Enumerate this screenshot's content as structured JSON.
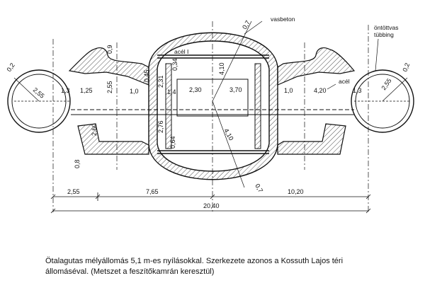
{
  "labels": {
    "vasbeton": "vasbeton",
    "ontottvas_line1": "öntöttvas",
    "ontottvas_line2": "tübbing",
    "acel_center": "acél I",
    "acel_right": "acél"
  },
  "dimensions": {
    "d_0_2_left": "0,2",
    "d_2_55_left_tube": "2,55",
    "d_1_3_left": "1,3",
    "d_1_25": "1,25",
    "d_2_55_left_vert": "2,55",
    "d_0_9": "0,9",
    "d_0_45": "0,45",
    "d_1_0_left": "1,0",
    "d_2_31": "2,31",
    "d_0_34": "0,34",
    "d_1_4": "1,4",
    "d_2_30": "2,30",
    "d_3_70": "3,70",
    "d_4_10_upper": "4,10",
    "d_0_7_upper": "0,7",
    "d_1_0_right": "1,0",
    "d_4_20": "4,20",
    "d_1_3_right": "1,3",
    "d_2_55_right_tube": "2,55",
    "d_0_2_right": "0,2",
    "d_2_60": "2,60",
    "d_2_76": "2,76",
    "d_0_64": "0,64",
    "d_4_10_lower": "4,10",
    "d_0_7_lower": "0,7",
    "d_0_8": "0,8",
    "d_2_55_bottom": "2,55",
    "d_7_65": "7,65",
    "d_10_20": "10,20",
    "d_20_40": "20,40"
  },
  "caption": {
    "line1": "Ötalagutas mélyállomás 5,1 m-es nyílásokkal. Szerkezete azonos a Kossuth Lajos téri",
    "line2": "állomáséval. (Metszet a feszítőkamrán keresztül)"
  }
}
